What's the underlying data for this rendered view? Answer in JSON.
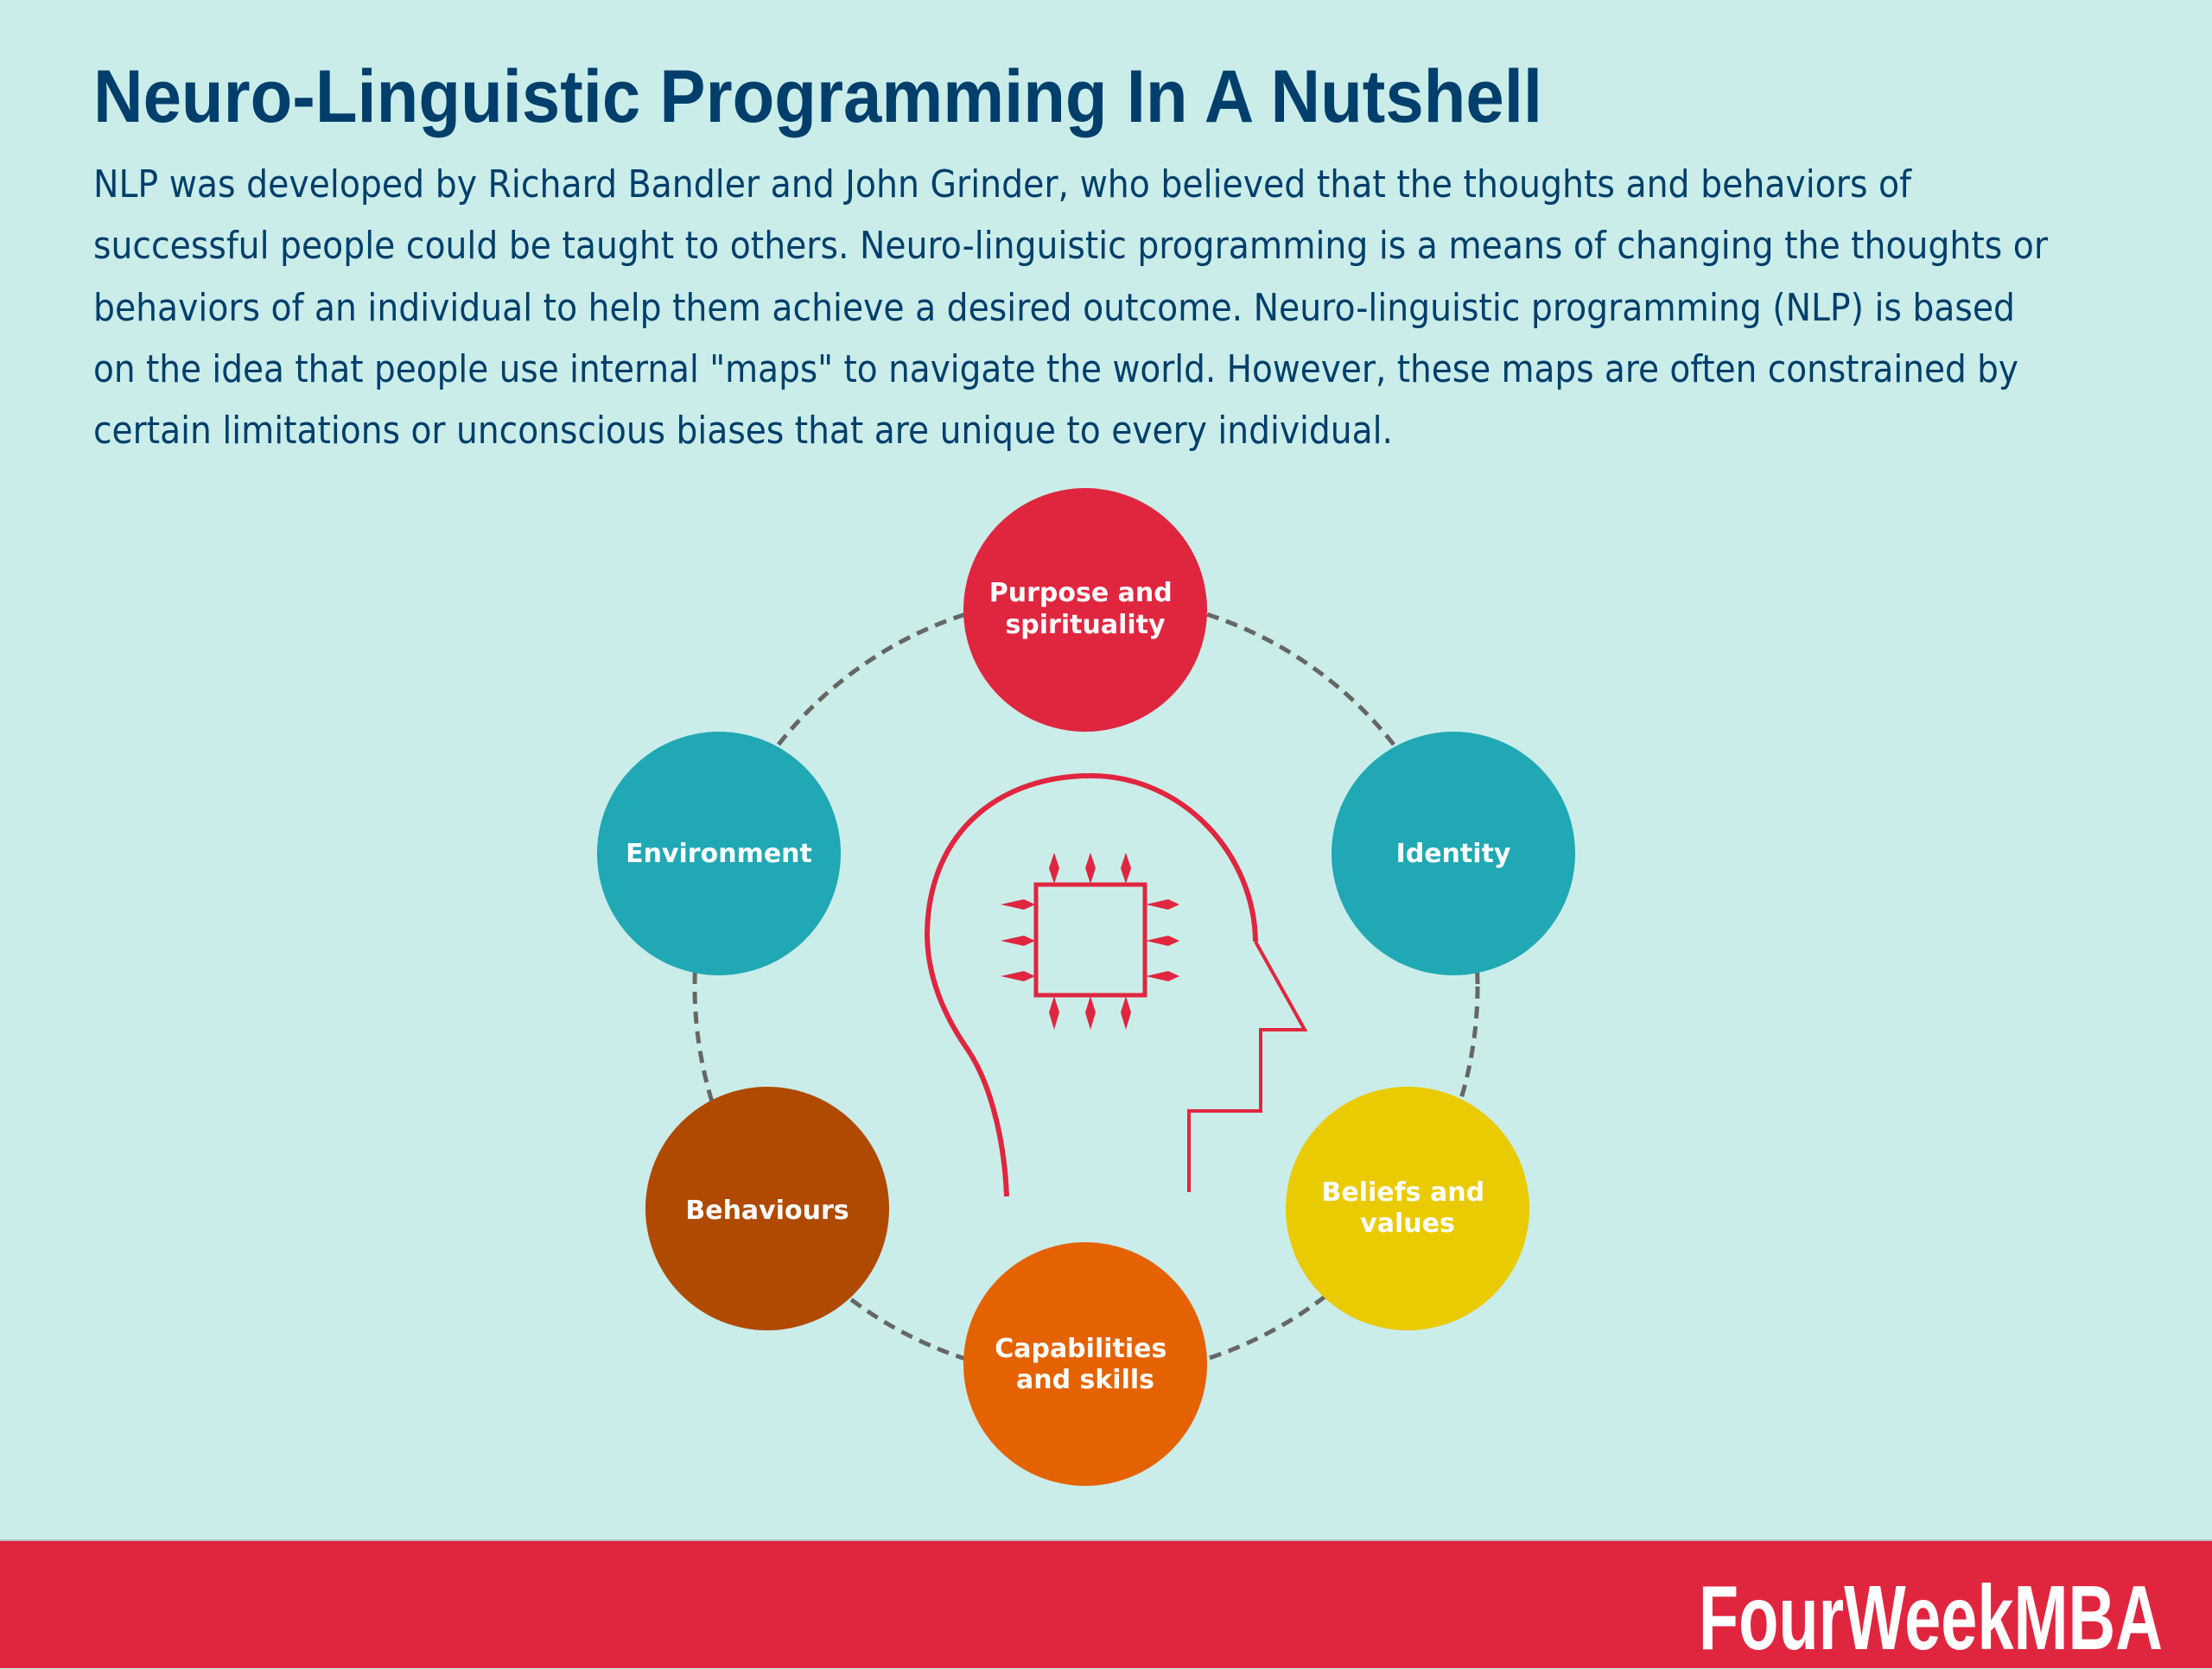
{
  "header": {
    "title": "Neuro-Linguistic Programming In A Nutshell",
    "intro_lines": [
      "NLP was developed by Richard Bandler and John Grinder, who believed that the thoughts and behaviors of",
      "successful people could be taught to others. Neuro-linguistic programming is a means of changing the thoughts or",
      "behaviors of an individual to help them achieve a desired outcome. Neuro-linguistic programming (NLP) is based",
      "on the idea that people use internal \"maps\" to navigate the world. However, these maps are often constrained by",
      "certain limitations or unconscious biases that are unique to every individual."
    ]
  },
  "diagram": {
    "center_icon": "head-with-chip-icon",
    "ring_style": "dashed",
    "nodes": [
      {
        "id": "purpose",
        "lines": [
          "Purpose and",
          "spirituality"
        ],
        "color": "#E0263F"
      },
      {
        "id": "identity",
        "lines": [
          "Identity"
        ],
        "color": "#20A8B4"
      },
      {
        "id": "beliefs",
        "lines": [
          "Beliefs and",
          "values"
        ],
        "color": "#EACA00"
      },
      {
        "id": "capabilities",
        "lines": [
          "Capabilities",
          "and skills"
        ],
        "color": "#E56200"
      },
      {
        "id": "behaviours",
        "lines": [
          "Behaviours"
        ],
        "color": "#B04A00"
      },
      {
        "id": "environment",
        "lines": [
          "Environment"
        ],
        "color": "#20A8B4"
      }
    ]
  },
  "footer": {
    "brand": "FourWeekMBA",
    "color": "#E0263F"
  },
  "colors": {
    "background": "#CAEDEA",
    "text": "#003F6B",
    "ring": "#666666",
    "icon": "#E0263F"
  }
}
